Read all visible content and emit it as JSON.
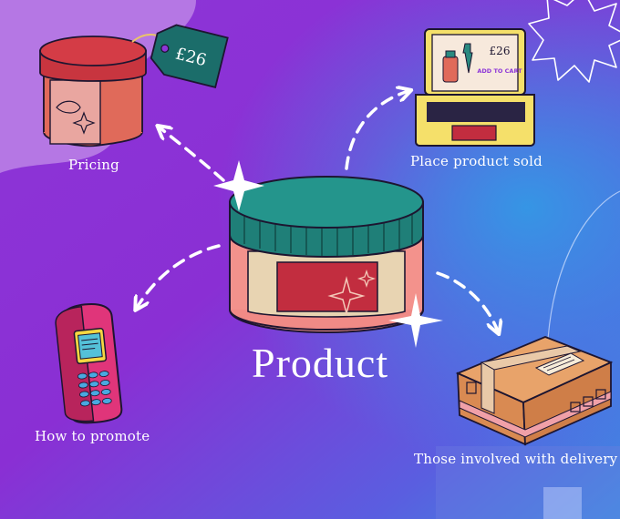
{
  "center": {
    "title": "Product"
  },
  "nodes": {
    "pricing": {
      "label": "Pricing",
      "tag_text": "£26"
    },
    "place": {
      "label": "Place product sold",
      "screen_price": "£26",
      "screen_button": "ADD TO CART"
    },
    "promote": {
      "label": "How to promote"
    },
    "delivery": {
      "label": "Those involved with delivery"
    }
  },
  "colors": {
    "bg_start": "#7e2fd0",
    "bg_end": "#3a7de0",
    "accent_lavender": "#b77ee6",
    "jar_lid": "#1f7f78",
    "jar_body": "#f3928c",
    "jar_label": "#e8d4b2",
    "jar_label_inner": "#c22d3f",
    "white": "#ffffff"
  },
  "icons": [
    "sparkle-icon",
    "sun-outline-icon",
    "price-tag-icon",
    "laptop-icon",
    "phone-icon",
    "box-icon"
  ]
}
